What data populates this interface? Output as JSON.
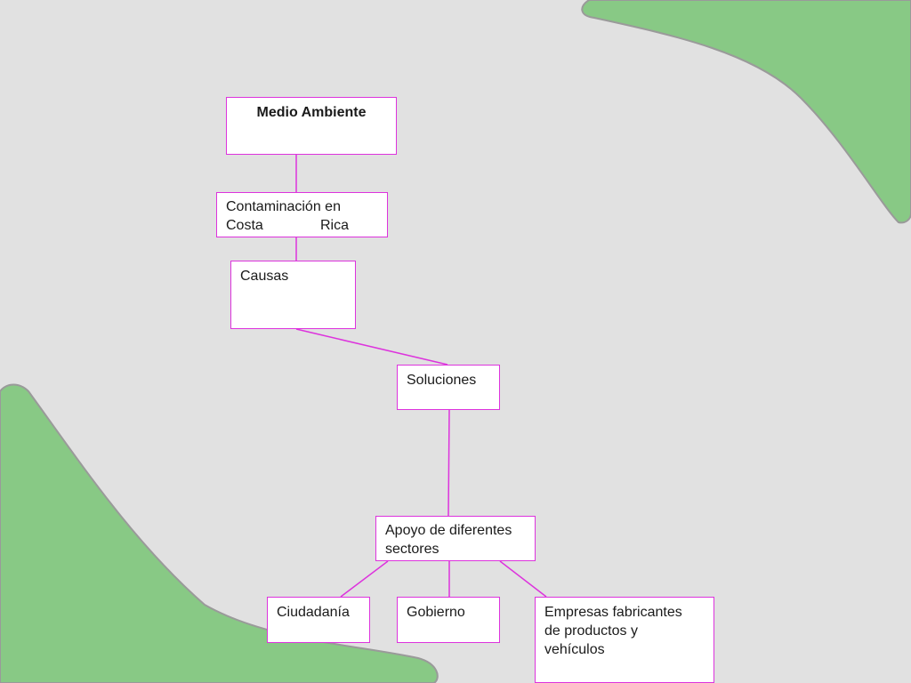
{
  "theme": {
    "background": "#e1e1e1",
    "blob_fill": "#88c985",
    "blob_stroke": "#9a9a9a",
    "node_border": "#dd33dd",
    "connector": "#dd33dd"
  },
  "nodes": {
    "medio_ambiente": {
      "label": "Medio Ambiente"
    },
    "contaminacion": {
      "line1": "Contaminación en",
      "line2_left": "Costa",
      "line2_right": "Rica"
    },
    "causas": {
      "label": "Causas"
    },
    "soluciones": {
      "label": "Soluciones"
    },
    "apoyo": {
      "line1": "Apoyo de diferentes",
      "line2": "sectores"
    },
    "ciudadania": {
      "label": "Ciudadanía"
    },
    "gobierno": {
      "label": "Gobierno"
    },
    "empresas": {
      "line1": "Empresas fabricantes",
      "line2": "de productos y",
      "line3": "vehículos"
    }
  },
  "connections": [
    [
      "medio_ambiente",
      "contaminacion"
    ],
    [
      "contaminacion",
      "causas"
    ],
    [
      "causas",
      "soluciones"
    ],
    [
      "soluciones",
      "apoyo"
    ],
    [
      "apoyo",
      "ciudadania"
    ],
    [
      "apoyo",
      "gobierno"
    ],
    [
      "apoyo",
      "empresas"
    ]
  ]
}
